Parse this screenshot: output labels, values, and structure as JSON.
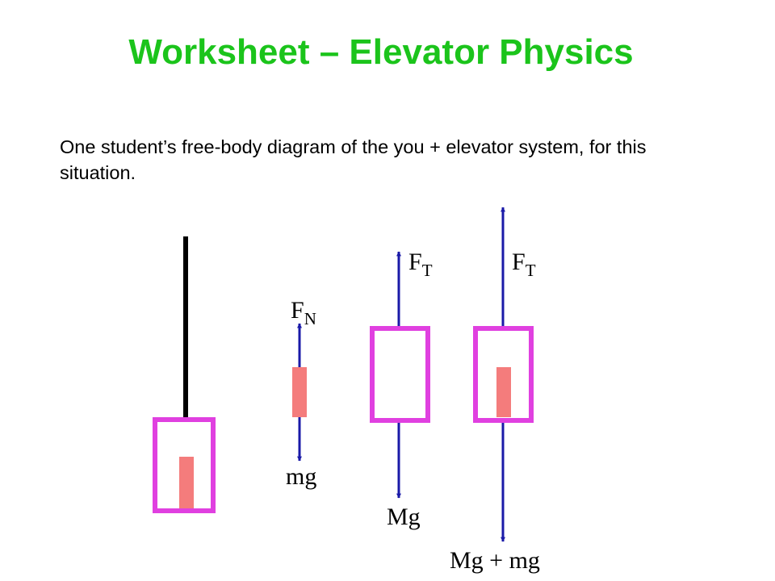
{
  "title": "Worksheet – Elevator Physics",
  "description": "One student’s free-body diagram of the you + elevator system, for this situation.",
  "diagram": {
    "colors": {
      "box": "#e040e0",
      "person": "#f47c7c",
      "arrow": "#1a1aa8",
      "cable": "#000000"
    },
    "person_fbd": {
      "up_force": {
        "main": "F",
        "sub": "N"
      },
      "down_force": "mg"
    },
    "elevator_fbd": {
      "up_force": {
        "main": "F",
        "sub": "T"
      },
      "down_force": "Mg"
    },
    "system_fbd": {
      "up_force": {
        "main": "F",
        "sub": "T"
      },
      "down_force": "Mg + mg"
    }
  }
}
